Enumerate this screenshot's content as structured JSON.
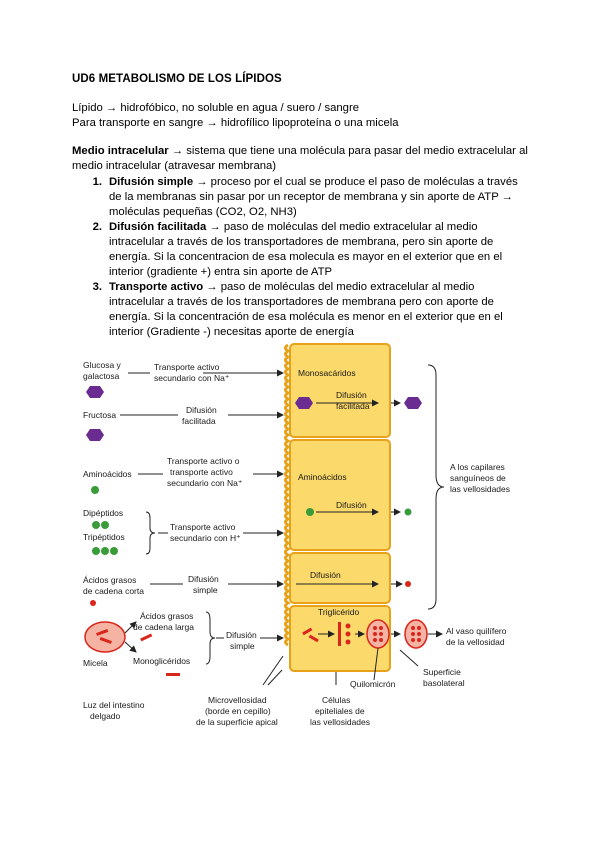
{
  "document": {
    "title": "UD6 METABOLISMO DE LOS LÍPIDOS",
    "line1": "Lípido → hidrofóbico, no soluble en agua / suero / sangre",
    "line2": "Para transporte en sangre → hidrofílico lipoproteína o una micela",
    "medio_term": "Medio intracelular",
    "medio_text": " → sistema que tiene una molécula para pasar del medio extracelular al medio intracelular (atravesar membrana)",
    "items": [
      {
        "num": "1.",
        "term": "Difusión simple",
        "text": " → proceso por el cual se produce el paso de moléculas a través de la membranas sin pasar por un receptor de membrana y sin aporte de ATP → moléculas pequeñas (CO2, O2, NH3)"
      },
      {
        "num": "2.",
        "term": "Difusión facilitada",
        "text": " → paso de moléculas del medio extracelular al medio intracelular a través de los transportadores de membrana, pero sin aporte de energía. Si la concentracion de esa molecula es mayor en el exterior que en el interior (gradiente +) entra sin aporte de ATP"
      },
      {
        "num": "3.",
        "term": "Transporte activo",
        "text": " → paso de moléculas del medio extracelular al medio intracelular a través de los transportadores de membrana pero con aporte de energía. Si la concentración de esa molécula es menor en el exterior que en el interior (Gradiente -) necesitas aporte de energía"
      }
    ]
  },
  "figure": {
    "lumen": {
      "glucosa_1": "Glucosa y",
      "glucosa_2": "galactosa",
      "fructosa": "Fructosa",
      "aminoacidos": "Aminoácidos",
      "dipeptidos": "Dipéptidos",
      "tripeptidos": "Tripéptidos",
      "acidos_corta_1": "Ácidos grasos",
      "acidos_corta_2": "de cadena corta",
      "acidos_larga_1": "Ácidos grasos",
      "acidos_larga_2": "de cadena larga",
      "monogliceridos": "Monoglicéridos",
      "micela": "Micela",
      "luz_1": "Luz del intestino",
      "luz_2": "delgado"
    },
    "transport": {
      "t1_1": "Transporte activo",
      "t1_2": "secundario con Na⁺",
      "t2_1": "Difusión",
      "t2_2": "facilitada",
      "t3_1": "Transporte activo o",
      "t3_2": "transporte activo",
      "t3_3": "secundario con Na⁺",
      "t4_1": "Transporte activo",
      "t4_2": "secundario con H⁺",
      "t5_1": "Difusión",
      "t5_2": "simple",
      "t6_1": "Difusión",
      "t6_2": "simple"
    },
    "cell": {
      "monosacaridos": "Monosacáridos",
      "dif_fac_1": "Difusión",
      "dif_fac_2": "facilitada",
      "aminoacidos": "Aminoácidos",
      "difusion_aa": "Difusión",
      "difusion_ag": "Difusión",
      "trigliceridos": "Triglicérido",
      "quilomicron": "Quilomicrón"
    },
    "right": {
      "capilares_1": "A los capilares",
      "capilares_2": "sanguíneos de",
      "capilares_3": "las vellosidades",
      "quilifero_1": "Al vaso quilífero",
      "quilifero_2": "de la vellosidad",
      "superficie_1": "Superficie",
      "superficie_2": "basolateral"
    },
    "bottom": {
      "micro_1": "Microvellosidad",
      "micro_2": "(borde en cepillo)",
      "micro_3": "de la superficie apical",
      "celulas_1": "Células",
      "celulas_2": "epiteliales de",
      "celulas_3": "las vellosidades"
    },
    "colors": {
      "cell_fill": "#fbd96a",
      "cell_border": "#e8a21a",
      "purple": "#6a2c91",
      "green": "#3a9b3a",
      "red": "#d9261c"
    }
  }
}
